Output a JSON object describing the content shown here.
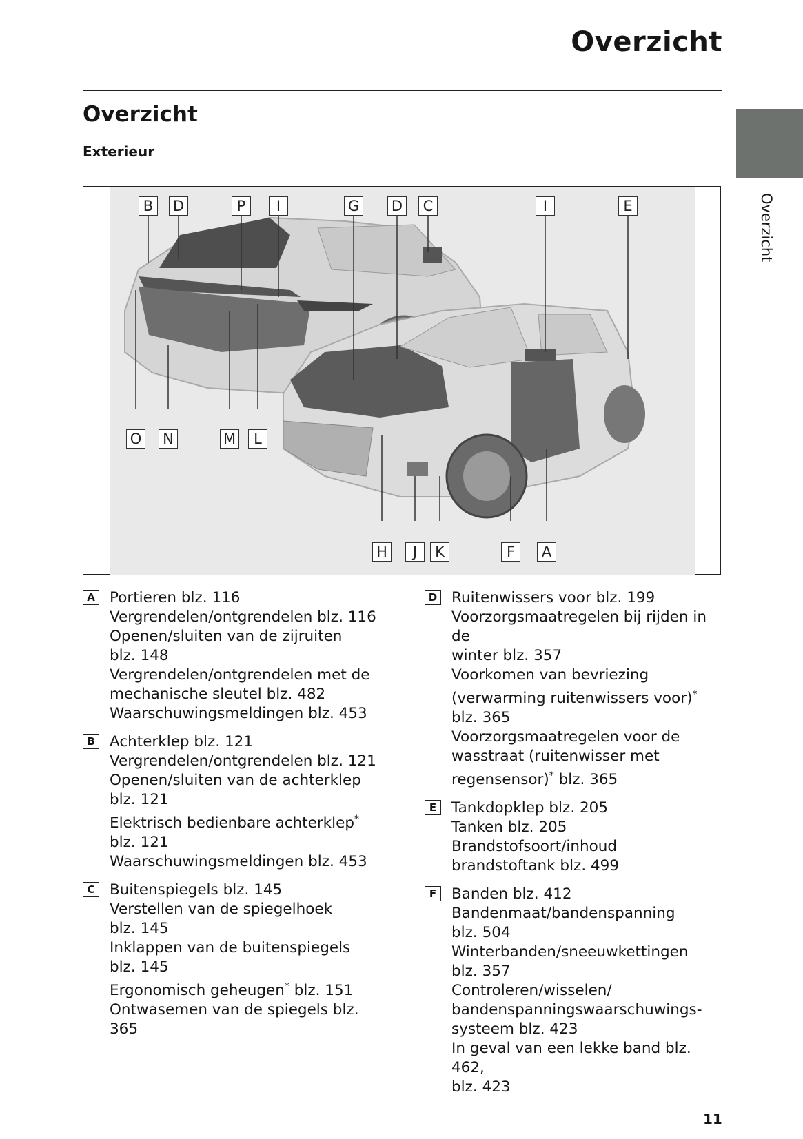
{
  "header": {
    "title": "Overzicht",
    "side_tab": "Overzicht"
  },
  "section": {
    "title": "Overzicht",
    "subtitle": "Exterieur"
  },
  "figure": {
    "callouts_top": [
      "B",
      "D",
      "P",
      "I",
      "G",
      "D",
      "C",
      "I",
      "E"
    ],
    "callouts_left_bottom": [
      "O",
      "N",
      "M",
      "L"
    ],
    "callouts_bottom": [
      "H",
      "J",
      "K",
      "F",
      "A"
    ]
  },
  "items_left": [
    {
      "letter": "A",
      "head": "Portieren blz. 116",
      "lines": [
        "Vergrendelen/ontgrendelen blz. 116",
        "Openen/sluiten van de zijruiten",
        "blz. 148",
        "Vergrendelen/ontgrendelen met de",
        "mechanische sleutel blz. 482",
        "Waarschuwingsmeldingen blz. 453"
      ]
    },
    {
      "letter": "B",
      "head": "Achterklep blz. 121",
      "lines": [
        "Vergrendelen/ontgrendelen blz. 121",
        "Openen/sluiten van de achterklep",
        "blz. 121",
        "Elektrisch bedienbare achterklep*",
        "blz. 121",
        "Waarschuwingsmeldingen blz. 453"
      ]
    },
    {
      "letter": "C",
      "head": "Buitenspiegels blz. 145",
      "lines": [
        "Verstellen van de spiegelhoek",
        "blz. 145",
        "Inklappen van de buitenspiegels",
        "blz. 145",
        "Ergonomisch geheugen* blz. 151",
        "Ontwasemen van de spiegels blz. 365"
      ]
    }
  ],
  "items_right": [
    {
      "letter": "D",
      "head": "Ruitenwissers voor blz. 199",
      "lines": [
        "Voorzorgsmaatregelen bij rijden in de",
        "winter blz. 357",
        "Voorkomen van bevriezing",
        "(verwarming ruitenwissers voor)*",
        "blz. 365",
        "Voorzorgsmaatregelen voor de",
        "wasstraat (ruitenwisser met",
        "regensensor)* blz. 365"
      ]
    },
    {
      "letter": "E",
      "head": "Tankdopklep blz. 205",
      "lines": [
        "Tanken blz. 205",
        "Brandstofsoort/inhoud",
        "brandstoftank blz. 499"
      ]
    },
    {
      "letter": "F",
      "head": "Banden blz. 412",
      "lines": [
        "Bandenmaat/bandenspanning",
        "blz. 504",
        "Winterbanden/sneeuwkettingen",
        "blz. 357",
        "Controleren/wisselen/",
        "bandenspanningswaarschuwings-",
        "systeem blz. 423",
        "In geval van een lekke band blz. 462,",
        "blz. 423"
      ]
    }
  ],
  "page_number": "11"
}
